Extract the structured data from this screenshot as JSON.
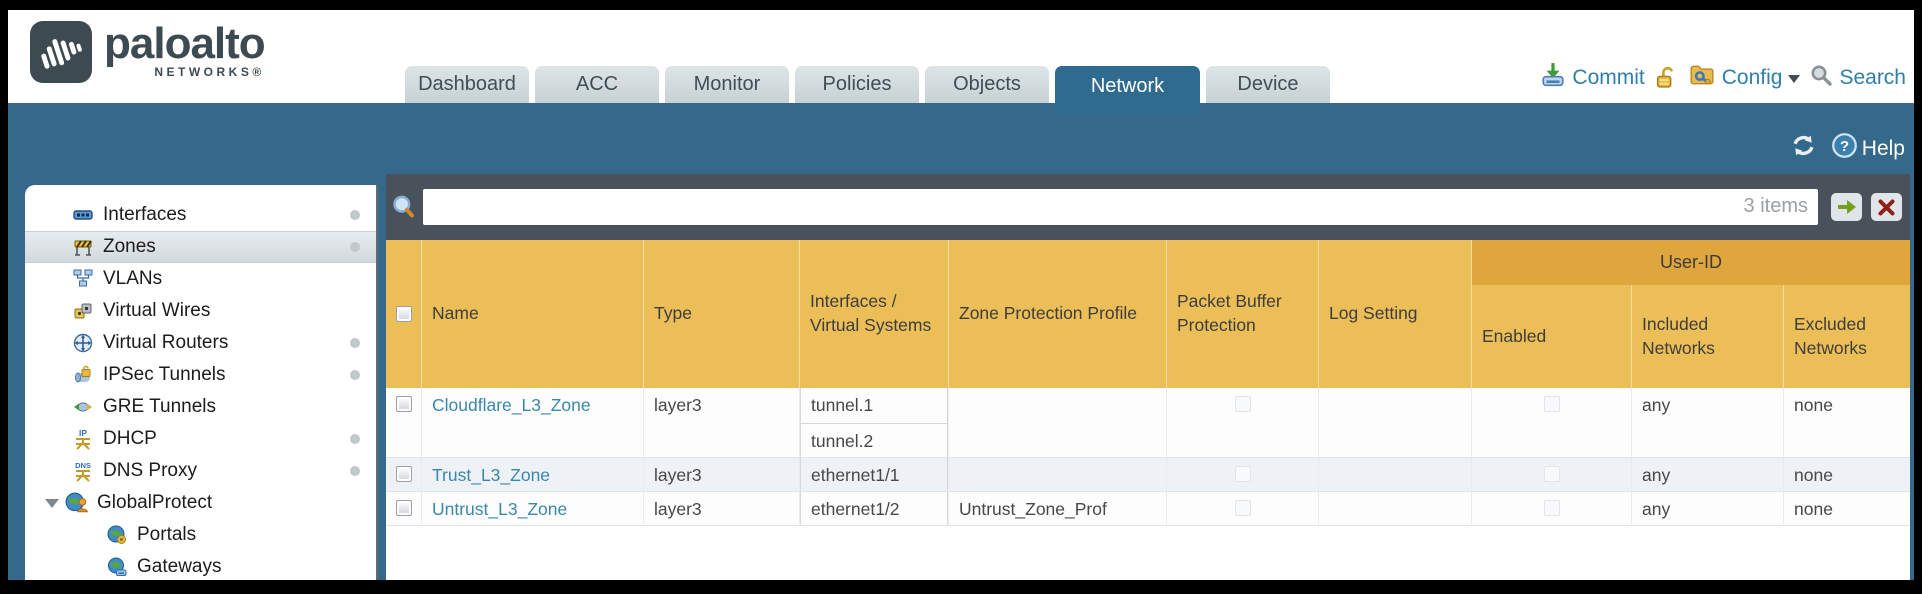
{
  "header": {
    "brand": "paloalto",
    "brand_sub": "NETWORKS®",
    "tabs": [
      {
        "label": "Dashboard",
        "active": false
      },
      {
        "label": "ACC",
        "active": false
      },
      {
        "label": "Monitor",
        "active": false
      },
      {
        "label": "Policies",
        "active": false
      },
      {
        "label": "Objects",
        "active": false
      },
      {
        "label": "Network",
        "active": true
      },
      {
        "label": "Device",
        "active": false
      }
    ],
    "commit_label": "Commit",
    "config_label": "Config",
    "search_label": "Search"
  },
  "subheader": {
    "help_label": "Help"
  },
  "sidebar": {
    "items": [
      {
        "label": "Interfaces",
        "icon": "interfaces",
        "dot": true
      },
      {
        "label": "Zones",
        "icon": "zones",
        "dot": true,
        "selected": true
      },
      {
        "label": "VLANs",
        "icon": "vlans"
      },
      {
        "label": "Virtual Wires",
        "icon": "virtual-wires"
      },
      {
        "label": "Virtual Routers",
        "icon": "virtual-routers",
        "dot": true
      },
      {
        "label": "IPSec Tunnels",
        "icon": "ipsec-tunnels",
        "dot": true
      },
      {
        "label": "GRE Tunnels",
        "icon": "gre-tunnels"
      },
      {
        "label": "DHCP",
        "icon": "dhcp",
        "dot": true
      },
      {
        "label": "DNS Proxy",
        "icon": "dns-proxy",
        "dot": true
      },
      {
        "label": "GlobalProtect",
        "icon": "globalprotect",
        "expander": true
      },
      {
        "label": "Portals",
        "icon": "portals",
        "child": true
      },
      {
        "label": "Gateways",
        "icon": "gateways",
        "child": true
      }
    ]
  },
  "toolbar": {
    "items_count": "3 items",
    "filter_value": ""
  },
  "table": {
    "group_header": "User-ID",
    "columns": [
      "Name",
      "Type",
      "Interfaces / Virtual Systems",
      "Zone Protection Profile",
      "Packet Buffer Protection",
      "Log Setting",
      "Enabled",
      "Included Networks",
      "Excluded Networks"
    ],
    "rows": [
      {
        "name": "Cloudflare_L3_Zone",
        "type": "layer3",
        "interfaces": [
          "tunnel.1",
          "tunnel.2"
        ],
        "zone_protection_profile": "",
        "packet_buffer_protection": false,
        "log_setting": "",
        "enabled": false,
        "included_networks": "any",
        "excluded_networks": "none"
      },
      {
        "name": "Trust_L3_Zone",
        "type": "layer3",
        "interfaces": [
          "ethernet1/1"
        ],
        "zone_protection_profile": "",
        "packet_buffer_protection": false,
        "log_setting": "",
        "enabled": false,
        "included_networks": "any",
        "excluded_networks": "none"
      },
      {
        "name": "Untrust_L3_Zone",
        "type": "layer3",
        "interfaces": [
          "ethernet1/2"
        ],
        "zone_protection_profile": "Untrust_Zone_Prof",
        "packet_buffer_protection": false,
        "log_setting": "",
        "enabled": false,
        "included_networks": "any",
        "excluded_networks": "none"
      }
    ]
  },
  "colors": {
    "teal_band": "#35698c",
    "active_tab": "#2e6b8f",
    "toolbar_slate": "#49525a",
    "header_amber": "#ecbe57",
    "user_id_band": "#dfa63e",
    "link_blue": "#3b87ab",
    "utility_blue": "#2f7fab",
    "alt_row": "#eef2f6"
  }
}
